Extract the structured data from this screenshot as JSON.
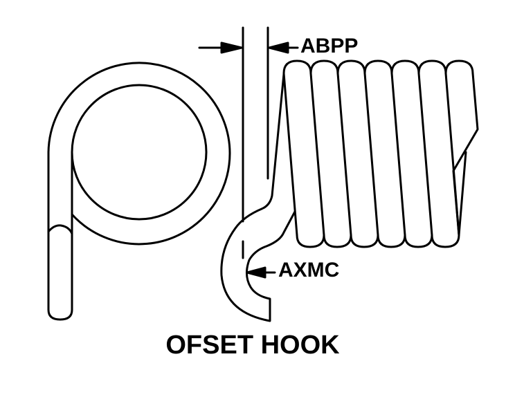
{
  "diagram": {
    "title": "OFSET HOOK",
    "labels": {
      "gap_dimension": "ABPP",
      "hook_dimension": "AXMC"
    },
    "colors": {
      "line": "#000000",
      "background": "#ffffff"
    }
  }
}
